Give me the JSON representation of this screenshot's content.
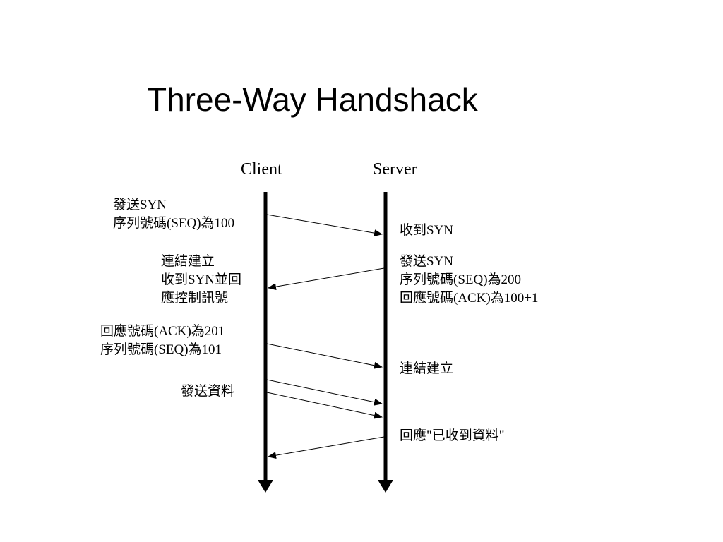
{
  "title": "Three-Way Handshack",
  "diagram": {
    "lanes": {
      "client": "Client",
      "server": "Server"
    },
    "annotations": {
      "client_syn": [
        "發送SYN",
        "序列號碼(SEQ)為100"
      ],
      "server_recv_syn": [
        "收到SYN"
      ],
      "client_established": [
        "連結建立",
        "收到SYN並回",
        "應控制訊號"
      ],
      "server_syn_ack": [
        "發送SYN",
        "序列號碼(SEQ)為200",
        "回應號碼(ACK)為100+1"
      ],
      "client_ack": [
        "回應號碼(ACK)為201",
        "序列號碼(SEQ)為101"
      ],
      "server_established": [
        "連結建立"
      ],
      "client_send_data": [
        "發送資料"
      ],
      "server_reply": [
        "回應\"已收到資料\""
      ]
    },
    "messages": [
      {
        "from": "client",
        "to": "server",
        "meaning": "SYN"
      },
      {
        "from": "server",
        "to": "client",
        "meaning": "SYN+ACK"
      },
      {
        "from": "client",
        "to": "server",
        "meaning": "ACK"
      },
      {
        "from": "client",
        "to": "server",
        "meaning": "data"
      },
      {
        "from": "client",
        "to": "server",
        "meaning": "data"
      },
      {
        "from": "server",
        "to": "client",
        "meaning": "acknowledgement"
      }
    ]
  }
}
